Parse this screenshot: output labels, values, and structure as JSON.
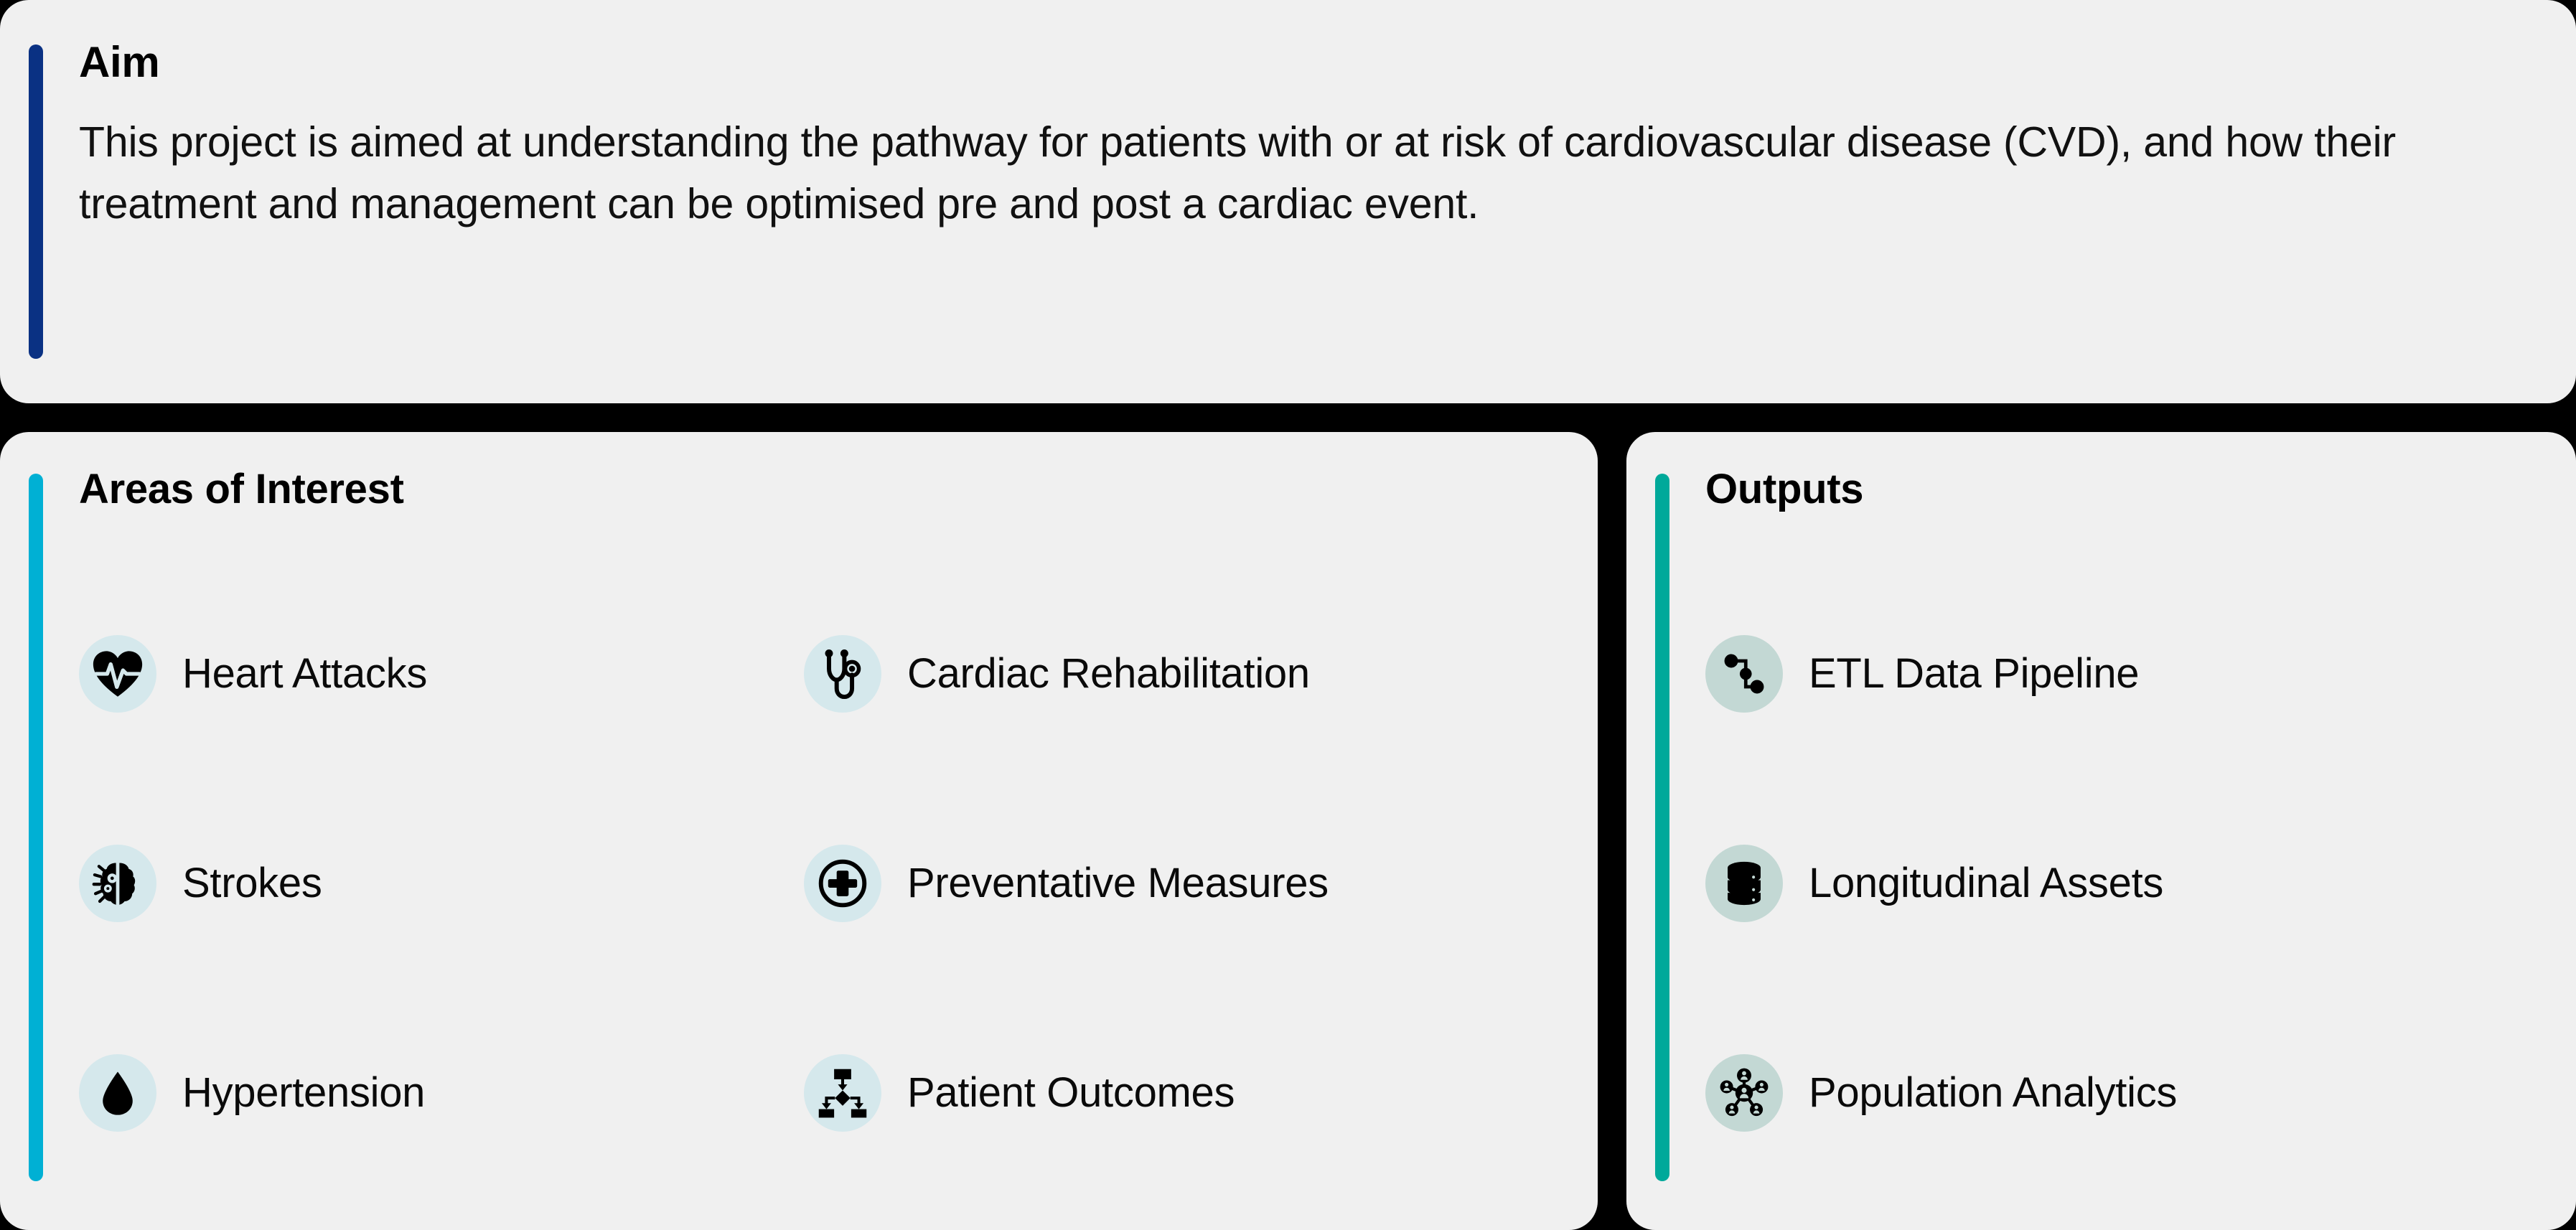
{
  "colors": {
    "page_background": "#000000",
    "card_background": "#f0f0f0",
    "aim_accent": "#0a3183",
    "areas_accent": "#00b0d4",
    "outputs_accent": "#00a99a",
    "areas_icon_circle": "#d5e8ec",
    "outputs_icon_circle": "#c3d8d4",
    "text": "#000000"
  },
  "aim": {
    "title": "Aim",
    "body": "This project is aimed at understanding the pathway for patients with or at risk of cardiovascular disease (CVD), and how their treatment and management can be optimised pre and post a cardiac event."
  },
  "areas_of_interest": {
    "title": "Areas of Interest",
    "items_left": [
      {
        "label": "Heart Attacks",
        "icon": "heart-pulse-icon"
      },
      {
        "label": "Strokes",
        "icon": "brain-gears-icon"
      },
      {
        "label": "Hypertension",
        "icon": "blood-droplet-icon"
      }
    ],
    "items_right": [
      {
        "label": "Cardiac Rehabilitation",
        "icon": "stethoscope-icon"
      },
      {
        "label": "Preventative Measures",
        "icon": "plus-circle-icon"
      },
      {
        "label": "Patient Outcomes",
        "icon": "flowchart-icon"
      }
    ]
  },
  "outputs": {
    "title": "Outputs",
    "items": [
      {
        "label": "ETL Data Pipeline",
        "icon": "pipeline-nodes-icon"
      },
      {
        "label": "Longitudinal Assets",
        "icon": "database-icon"
      },
      {
        "label": "Population Analytics",
        "icon": "people-network-icon"
      }
    ]
  }
}
